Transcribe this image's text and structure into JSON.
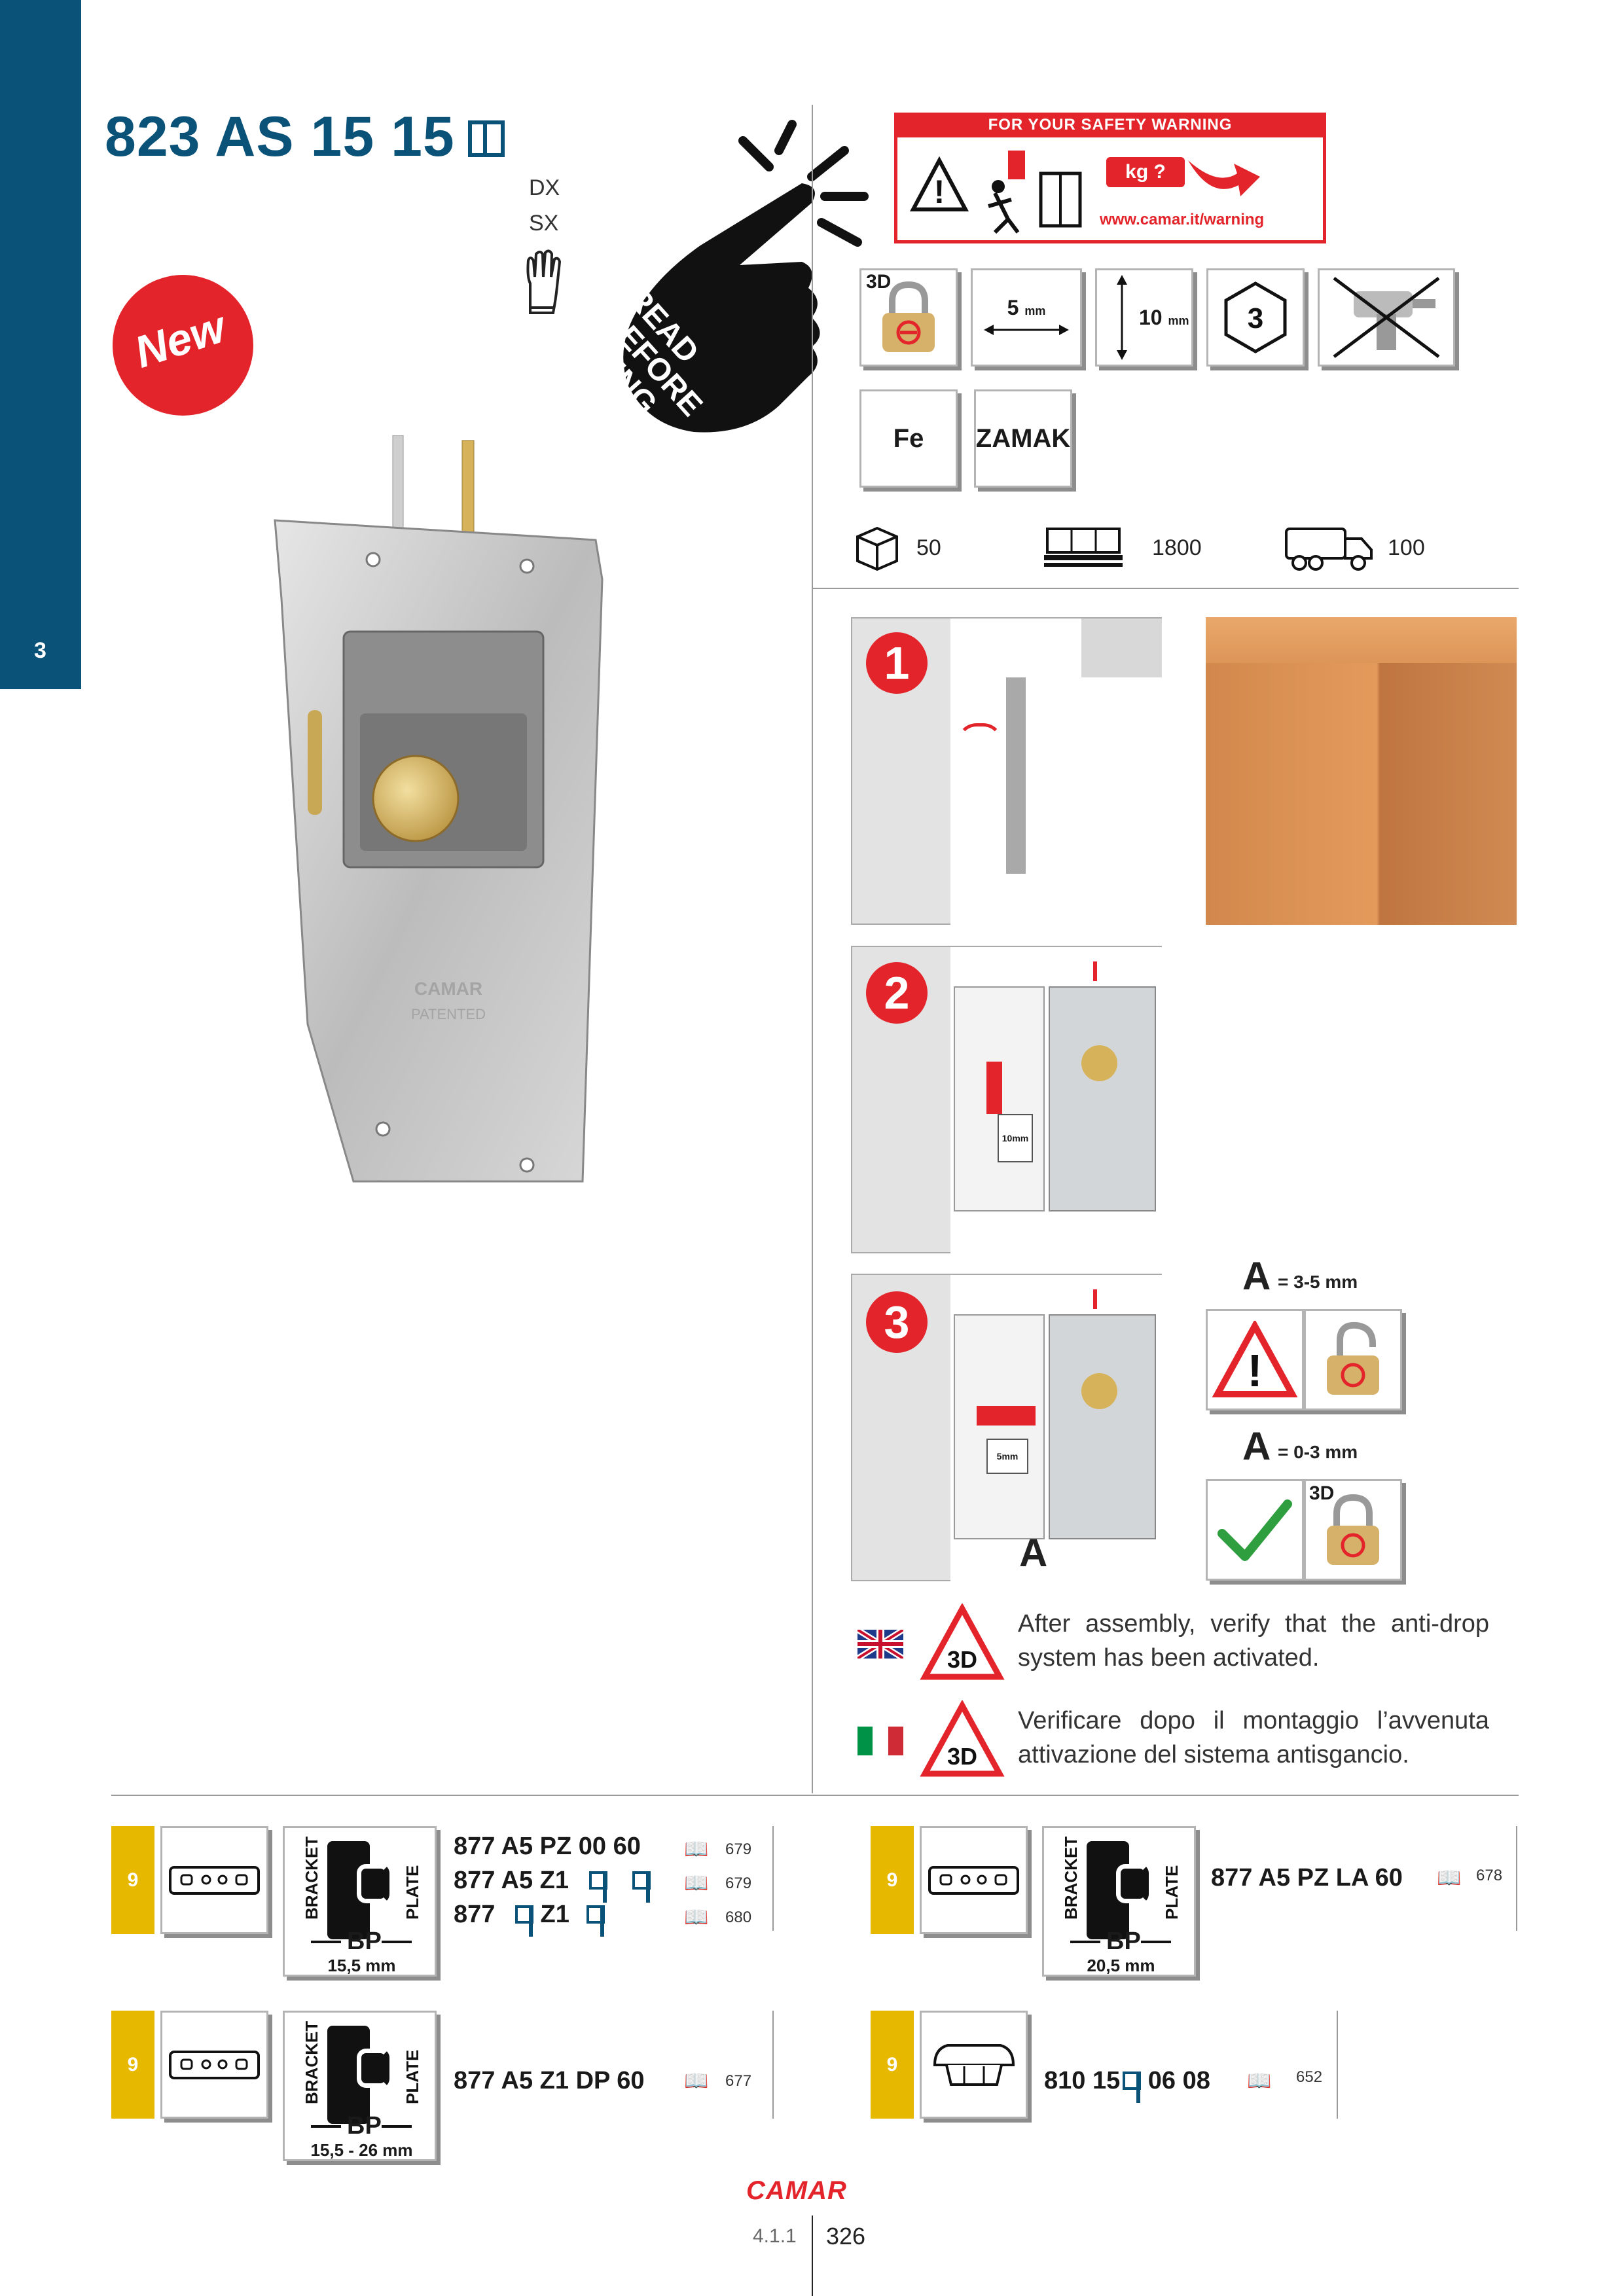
{
  "sidebar": {
    "section_number": "3"
  },
  "product": {
    "code": "823 AS 15 15",
    "sides": [
      "DX",
      "SX"
    ],
    "badge": "New"
  },
  "safety": {
    "header": "FOR YOUR SAFETY WARNING",
    "kg_label": "kg ?",
    "url": "www.camar.it/warning",
    "hand_text": [
      "READ",
      "BEFORE",
      "USING"
    ]
  },
  "spec_icons": {
    "badge_3d": "3D",
    "horizontal_adjust": "5",
    "vertical_adjust": "10",
    "unit": "mm",
    "hex_key": "3",
    "materials": [
      "Fe",
      "ZAMAK"
    ]
  },
  "packaging": {
    "box": "50",
    "pallet": "1800",
    "truck": "100"
  },
  "steps": [
    "1",
    "2",
    "3"
  ],
  "step_labels": {
    "panel_mm_2": "10mm",
    "panel_mm_3": "5mm",
    "dim_label": "A",
    "camar": "CAMAR",
    "patented": "PATENTED"
  },
  "tolerance": {
    "bad": {
      "label": "A",
      "value": "= 3-5 mm"
    },
    "good": {
      "label": "A",
      "value": "= 0-3 mm",
      "badge_3d": "3D"
    }
  },
  "notes": {
    "en": "After assembly, verify that the anti-drop system has been activated.",
    "it": "Verificare dopo il montaggio l’avvenuta attivazione del sistema antisgancio.",
    "badge_3d": "3D"
  },
  "accessories": [
    {
      "section": "9",
      "bracket_label": "BRACKET",
      "plate_label": "PLATE",
      "bp_label": "BP",
      "bp_value": "15,5 mm",
      "codes": [
        {
          "pre": "877 A5 PZ 00 60",
          "page": "679"
        },
        {
          "pre": "877 A5 Z1",
          "page": "679"
        },
        {
          "pre": "877",
          "mid": "Z1",
          "page": "680"
        }
      ]
    },
    {
      "section": "9",
      "bracket_label": "BRACKET",
      "plate_label": "PLATE",
      "bp_label": "BP",
      "bp_value": "20,5 mm",
      "codes": [
        {
          "pre": "877 A5 PZ LA 60",
          "page": "678"
        }
      ]
    },
    {
      "section": "9",
      "bracket_label": "BRACKET",
      "plate_label": "PLATE",
      "bp_label": "BP",
      "bp_value": "15,5 - 26 mm",
      "codes": [
        {
          "pre": "877 A5 Z1 DP 60",
          "page": "677"
        }
      ]
    },
    {
      "section": "9",
      "codes": [
        {
          "pre": "810 15",
          "post": "06 08",
          "page": "652"
        }
      ]
    }
  ],
  "footer": {
    "brand": "CAMAR",
    "section": "4.1.1",
    "page": "326"
  }
}
